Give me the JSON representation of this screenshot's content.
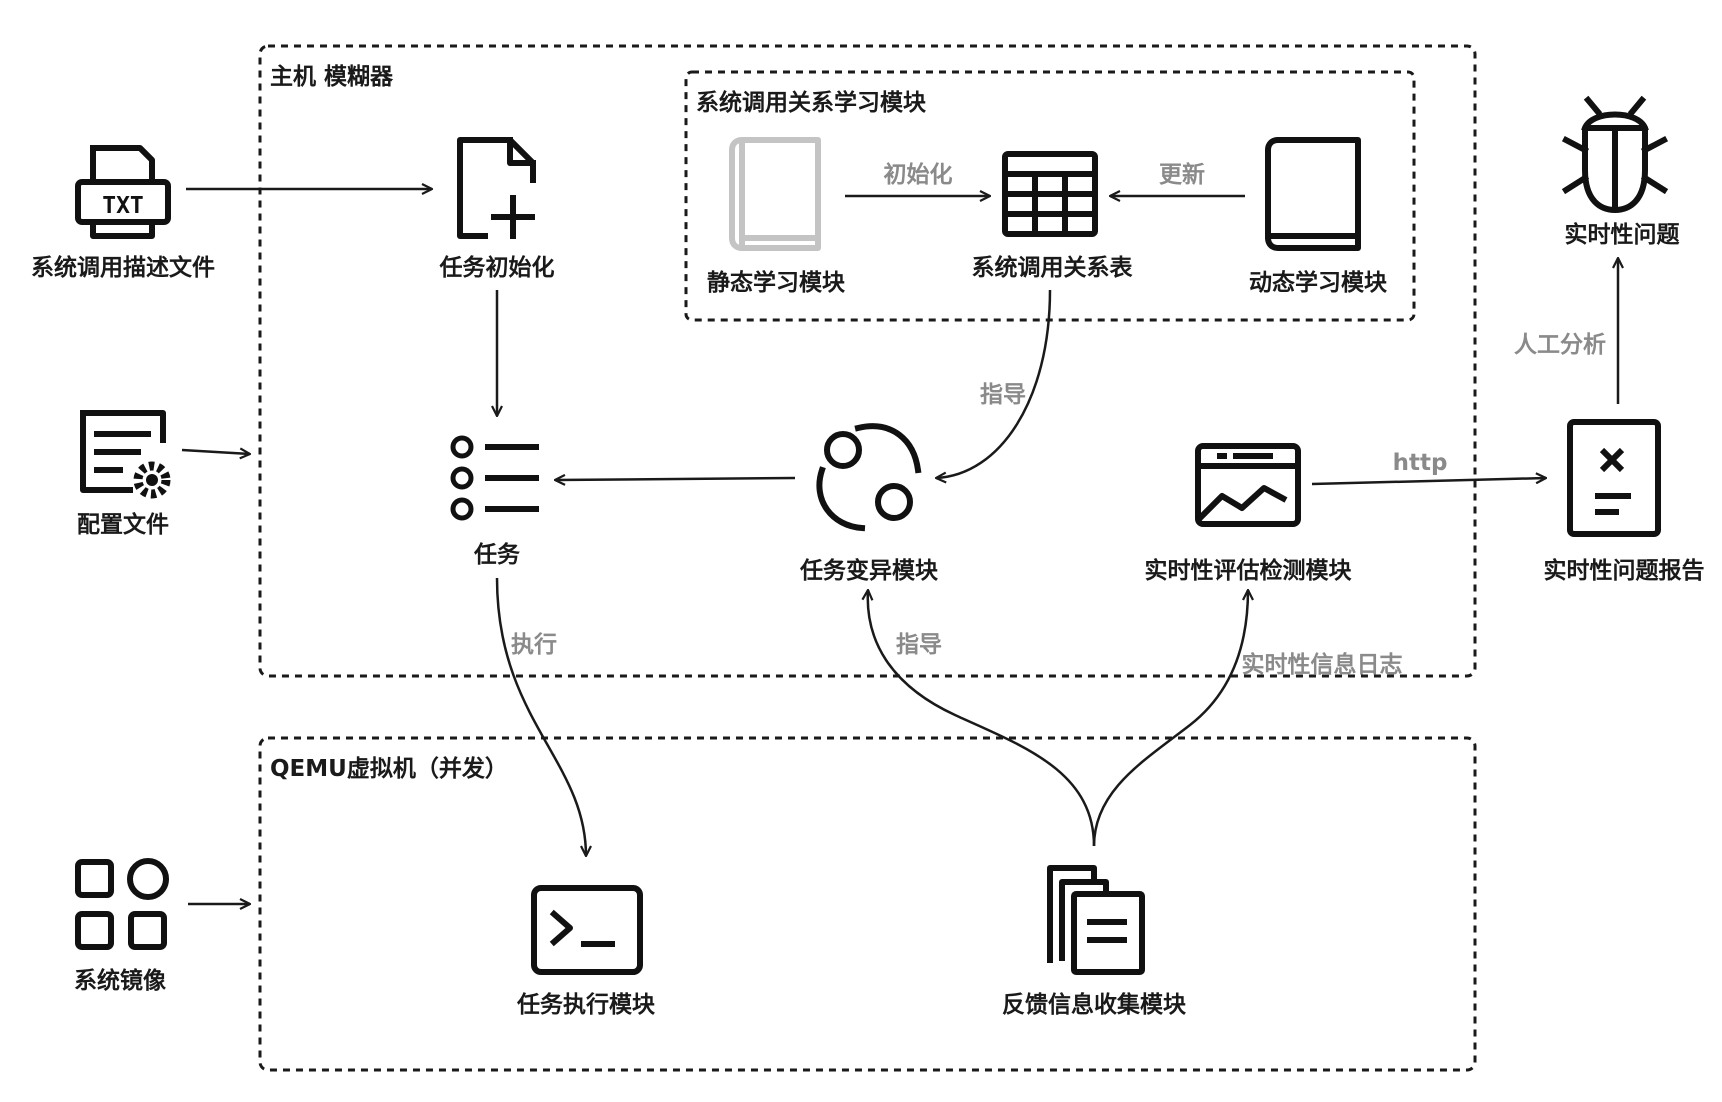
{
  "containers": {
    "host_fuzzer": "主机 模糊器",
    "syscall_learning": "系统调用关系学习模块",
    "qemu_vm": "QEMU虚拟机（并发）"
  },
  "nodes": {
    "syscall_desc_file": "系统调用描述文件",
    "config_file": "配置文件",
    "system_image": "系统镜像",
    "task_init": "任务初始化",
    "task": "任务",
    "static_learning": "静态学习模块",
    "syscall_relation_table": "系统调用关系表",
    "dynamic_learning": "动态学习模块",
    "task_mutation": "任务变异模块",
    "realtime_eval": "实时性评估检测模块",
    "realtime_issue_report": "实时性问题报告",
    "realtime_issue": "实时性问题",
    "task_exec": "任务执行模块",
    "feedback_collect": "反馈信息收集模块"
  },
  "edge_labels": {
    "init": "初始化",
    "update": "更新",
    "guide1": "指导",
    "guide2": "指导",
    "execute": "执行",
    "realtime_log": "实时性信息日志",
    "http": "http",
    "manual_analysis": "人工分析"
  },
  "icons": {
    "syscall_desc_file": "txt-printer-icon",
    "config_file": "settings-document-icon",
    "system_image": "app-grid-icon",
    "task_init": "add-document-icon",
    "task": "task-list-icon",
    "static_learning": "book-icon",
    "syscall_relation_table": "table-icon",
    "dynamic_learning": "book-icon",
    "task_mutation": "cycle-icon",
    "realtime_eval": "monitor-chart-icon",
    "realtime_issue_report": "report-icon",
    "realtime_issue": "bug-icon",
    "task_exec": "terminal-icon",
    "feedback_collect": "documents-stack-icon"
  },
  "colors": {
    "ink": "#1a1a1a",
    "muted": "#8a8a8a",
    "faded_icon": "#c4c4c4"
  }
}
